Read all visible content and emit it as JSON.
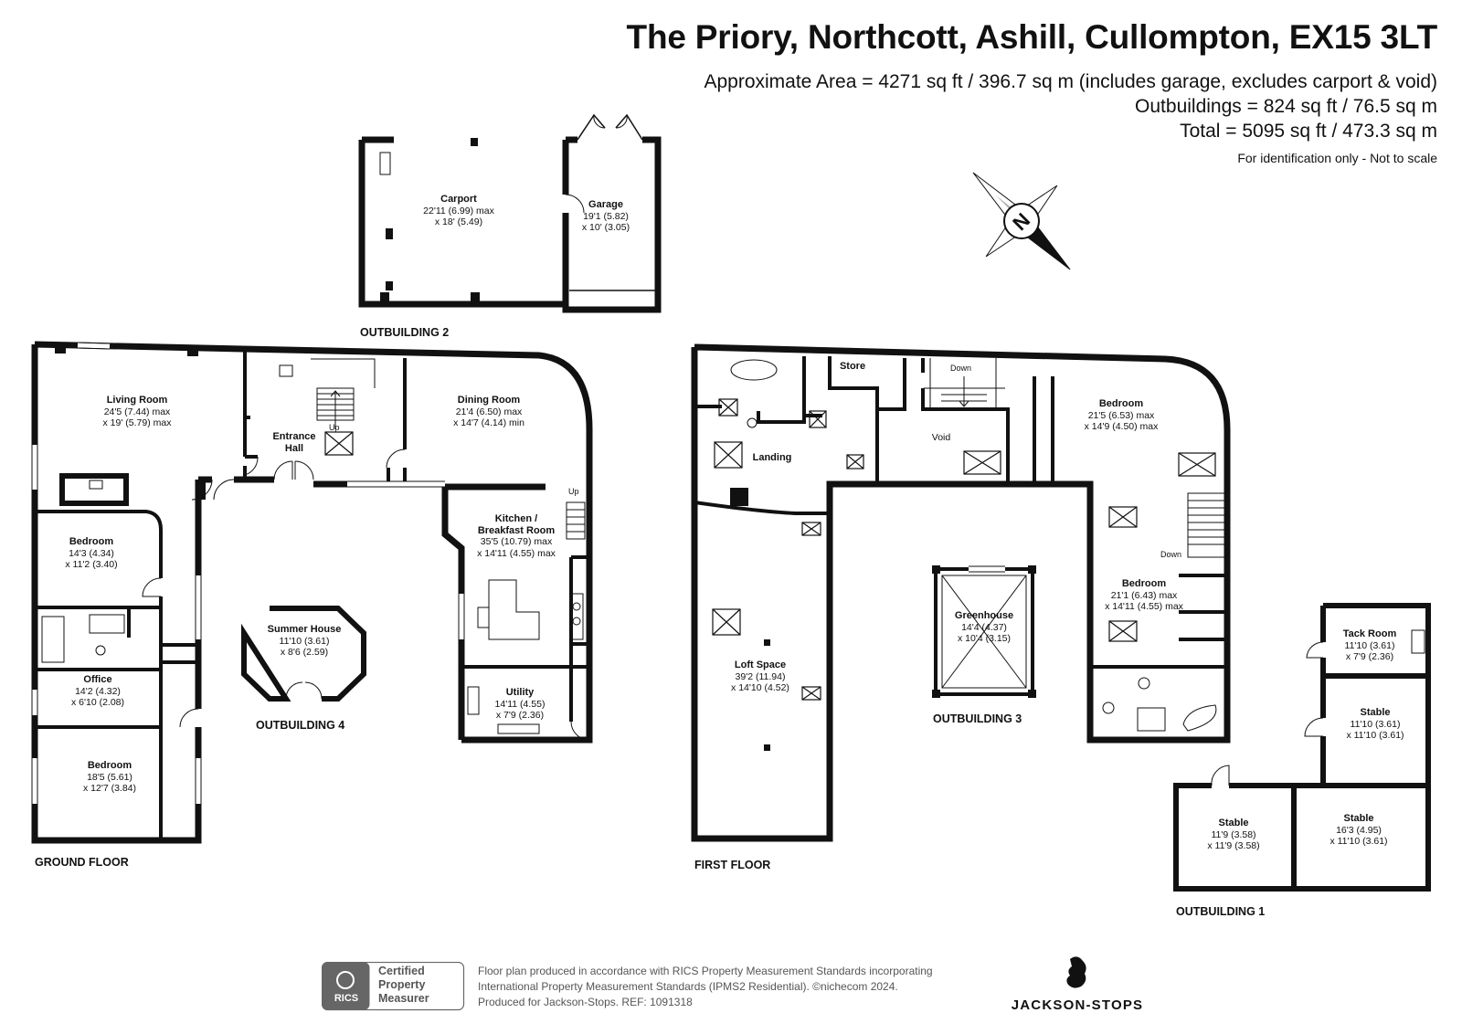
{
  "header": {
    "title": "The Priory, Northcott, Ashill, Cullompton, EX15 3LT",
    "area_lines": [
      "Approximate Area = 4271 sq ft / 396.7 sq m (includes garage, excludes carport & void)",
      "Outbuildings = 824 sq ft / 76.5 sq m",
      "Total = 5095 sq ft / 473.3 sq m"
    ],
    "disclaimer": "For identification only - Not to scale"
  },
  "compass": {
    "letter": "N",
    "icon": "compass-rose-icon"
  },
  "floor_labels": {
    "ground": "GROUND FLOOR",
    "first": "FIRST FLOOR",
    "outbuilding1": "OUTBUILDING 1",
    "outbuilding2": "OUTBUILDING 2",
    "outbuilding3": "OUTBUILDING 3",
    "outbuilding4": "OUTBUILDING 4"
  },
  "rooms": {
    "carport": {
      "name": "Carport",
      "dims": [
        "22'11 (6.99) max",
        "x 18' (5.49)"
      ]
    },
    "garage": {
      "name": "Garage",
      "dims": [
        "19'1 (5.82)",
        "x 10' (3.05)"
      ]
    },
    "living_room": {
      "name": "Living Room",
      "dims": [
        "24'5 (7.44) max",
        "x 19' (5.79) max"
      ]
    },
    "entrance_hall": {
      "name": "Entrance",
      "name2": "Hall"
    },
    "dining_room": {
      "name": "Dining Room",
      "dims": [
        "21'4 (6.50) max",
        "x 14'7 (4.14) min"
      ]
    },
    "kitchen": {
      "name": "Kitchen /",
      "name2": "Breakfast Room",
      "dims": [
        "35'5 (10.79) max",
        "x 14'11 (4.55) max"
      ]
    },
    "bedroom_g1": {
      "name": "Bedroom",
      "dims": [
        "14'3 (4.34)",
        "x 11'2 (3.40)"
      ]
    },
    "office": {
      "name": "Office",
      "dims": [
        "14'2 (4.32)",
        "x 6'10 (2.08)"
      ]
    },
    "bedroom_g2": {
      "name": "Bedroom",
      "dims": [
        "18'5 (5.61)",
        "x 12'7 (3.84)"
      ]
    },
    "summer_house": {
      "name": "Summer House",
      "dims": [
        "11'10 (3.61)",
        "x 8'6 (2.59)"
      ]
    },
    "utility": {
      "name": "Utility",
      "dims": [
        "14'11 (4.55)",
        "x 7'9 (2.36)"
      ]
    },
    "store": {
      "name": "Store"
    },
    "landing": {
      "name": "Landing"
    },
    "void": {
      "name": "Void"
    },
    "bedroom_f1": {
      "name": "Bedroom",
      "dims": [
        "21'5 (6.53) max",
        "x 14'9 (4.50) max"
      ]
    },
    "loft_space": {
      "name": "Loft Space",
      "dims": [
        "39'2 (11.94)",
        "x 14'10 (4.52)"
      ]
    },
    "greenhouse": {
      "name": "Greenhouse",
      "dims": [
        "14'4 (4.37)",
        "x 10'4 (3.15)"
      ]
    },
    "bedroom_f2": {
      "name": "Bedroom",
      "dims": [
        "21'1 (6.43) max",
        "x 14'11 (4.55) max"
      ]
    },
    "tack_room": {
      "name": "Tack Room",
      "dims": [
        "11'10 (3.61)",
        "x 7'9 (2.36)"
      ]
    },
    "stable_1": {
      "name": "Stable",
      "dims": [
        "11'10 (3.61)",
        "x 11'10 (3.61)"
      ]
    },
    "stable_2": {
      "name": "Stable",
      "dims": [
        "11'9 (3.58)",
        "x 11'9 (3.58)"
      ]
    },
    "stable_3": {
      "name": "Stable",
      "dims": [
        "16'3 (4.95)",
        "x 11'10 (3.61)"
      ]
    }
  },
  "stairs_labels": {
    "up": "Up",
    "down": "Down"
  },
  "footer": {
    "lines": [
      "Floor plan produced in accordance with RICS Property Measurement Standards incorporating",
      "International Property Measurement Standards (IPMS2 Residential).  ©nichecom 2024.",
      "Produced for Jackson-Stops.   REF: 1091318"
    ],
    "rics_badge": {
      "mark": "RICS",
      "lines": [
        "Certified",
        "Property",
        "Measurer"
      ]
    },
    "agent_logo": "JACKSON-STOPS"
  },
  "colors": {
    "wall": "#111111",
    "text": "#111111",
    "footer_text": "#555555"
  }
}
